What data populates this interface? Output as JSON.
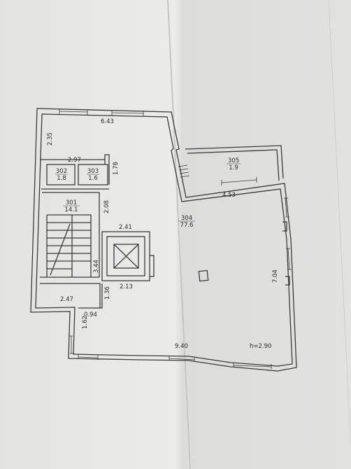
{
  "rooms": [
    {
      "id": "room-301",
      "number": "301",
      "area": "14.1"
    },
    {
      "id": "room-302",
      "number": "302",
      "area": "1.8"
    },
    {
      "id": "room-303",
      "number": "303",
      "area": "1.6"
    },
    {
      "id": "room-304",
      "number": "304",
      "area": "77.6"
    },
    {
      "id": "room-305",
      "number": "305",
      "area": "1.9"
    }
  ],
  "dimensions": [
    "6.43",
    "2.35",
    "2.97",
    "1.78",
    "2.08",
    "2.41",
    "3.44",
    "1.36",
    "2.13",
    "2.47",
    "0.94",
    "1.62",
    "9.40",
    "4.53",
    "7.04"
  ],
  "height_note": "h=2.90",
  "colors": {
    "paper": "#e6e6e5",
    "line": "#3a3a3a",
    "crease": "#bdbdbb"
  }
}
